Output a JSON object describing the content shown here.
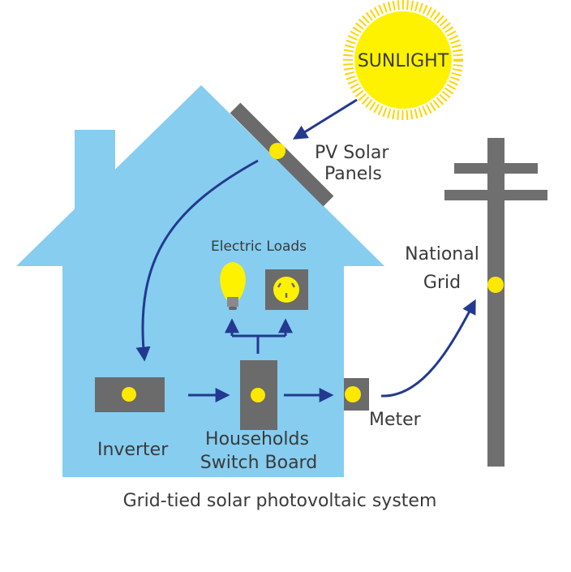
{
  "colors": {
    "house": "#86cdf0",
    "panel": "#6b6b6b",
    "pole": "#6f6f6f",
    "sun": "#fff200",
    "sun_stroke": "#f2c400",
    "dot": "#ffe800",
    "arrow": "#23398f",
    "text": "#3a3a3a"
  },
  "labels": {
    "sun": "SUNLIGHT",
    "pv_line1": "PV Solar",
    "pv_line2": "Panels",
    "electric_loads": "Electric Loads",
    "national_line1": "National",
    "national_line2": "Grid",
    "inverter": "Inverter",
    "switch_line1": "Households",
    "switch_line2": "Switch Board",
    "meter": "Meter",
    "caption": "Grid-tied solar photovoltaic system"
  },
  "icons": {
    "bulb": "light-bulb-icon",
    "outlet": "power-outlet-icon"
  }
}
